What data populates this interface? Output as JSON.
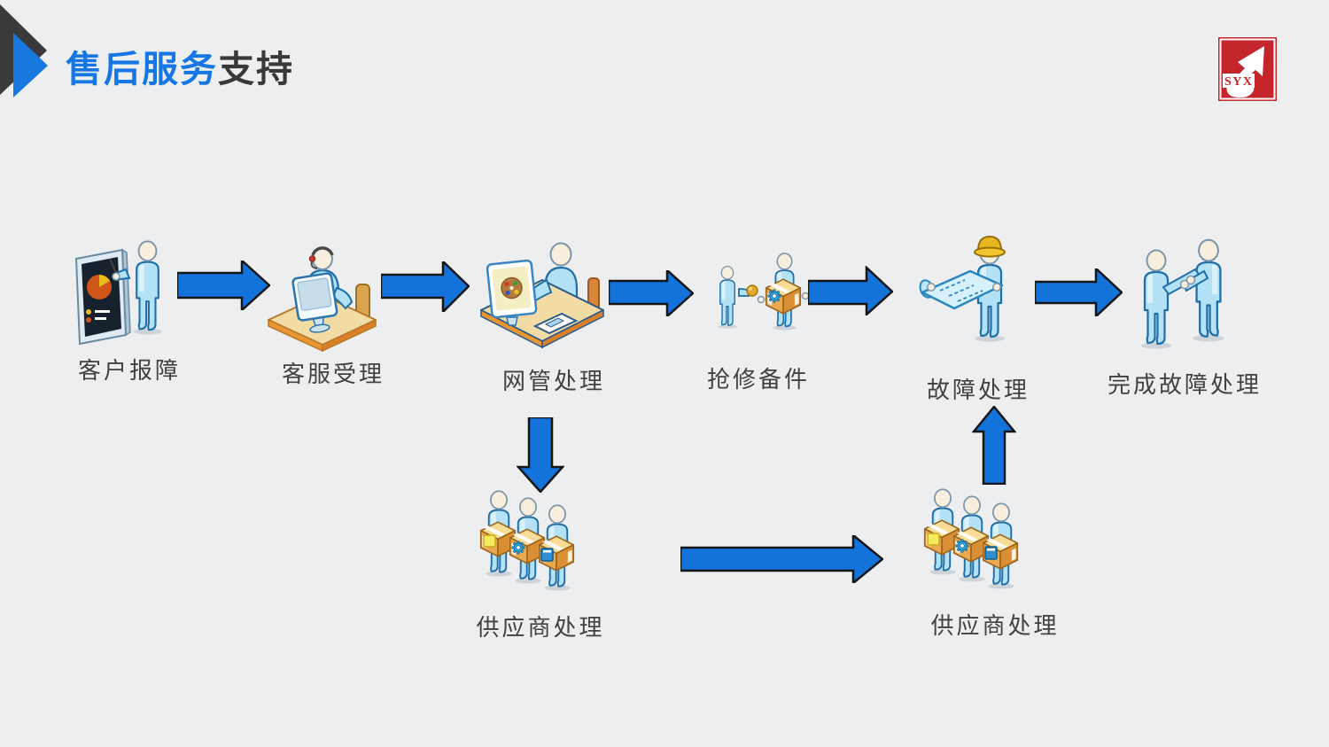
{
  "slide": {
    "background_color": "#edeef0",
    "header": {
      "title_highlight": "售后服务",
      "title_rest": "支持",
      "title_highlight_color": "#1676e3",
      "title_rest_color": "#39393b",
      "accent_shape_colors": [
        "#3a3a3c",
        "#1779e0"
      ]
    },
    "logo": {
      "text": "SYX",
      "background_color": "#c3252b",
      "arrow_color": "#ffffff"
    }
  },
  "flowchart": {
    "arrow_color": "#1373da",
    "arrow_outline": "#151515",
    "top_row": [
      {
        "id": "customer-report",
        "label": "客户报障",
        "icon": "person-presenting-chart-board"
      },
      {
        "id": "service-accept",
        "label": "客服受理",
        "icon": "support-agent-headset-at-desk"
      },
      {
        "id": "network-admin",
        "label": "网管处理",
        "icon": "operator-at-computer-desk"
      },
      {
        "id": "spare-parts",
        "label": "抢修备件",
        "icon": "workers-with-spare-part-box"
      },
      {
        "id": "fault-handling",
        "label": "故障处理",
        "icon": "engineer-hardhat-blueprint"
      },
      {
        "id": "complete",
        "label": "完成故障处理",
        "icon": "two-people-handshake"
      }
    ],
    "bottom_row": [
      {
        "id": "supplier-left",
        "label": "供应商处理",
        "icon": "three-suppliers-carrying-boxes"
      },
      {
        "id": "supplier-right",
        "label": "供应商处理",
        "icon": "three-suppliers-carrying-boxes"
      }
    ],
    "connections": [
      {
        "from": "customer-report",
        "to": "service-accept",
        "direction": "right"
      },
      {
        "from": "service-accept",
        "to": "network-admin",
        "direction": "right"
      },
      {
        "from": "network-admin",
        "to": "spare-parts",
        "direction": "right"
      },
      {
        "from": "spare-parts",
        "to": "fault-handling",
        "direction": "right"
      },
      {
        "from": "fault-handling",
        "to": "complete",
        "direction": "right"
      },
      {
        "from": "network-admin",
        "to": "supplier-left",
        "direction": "down"
      },
      {
        "from": "supplier-left",
        "to": "supplier-right",
        "direction": "right"
      },
      {
        "from": "supplier-right",
        "to": "fault-handling",
        "direction": "up"
      }
    ]
  }
}
